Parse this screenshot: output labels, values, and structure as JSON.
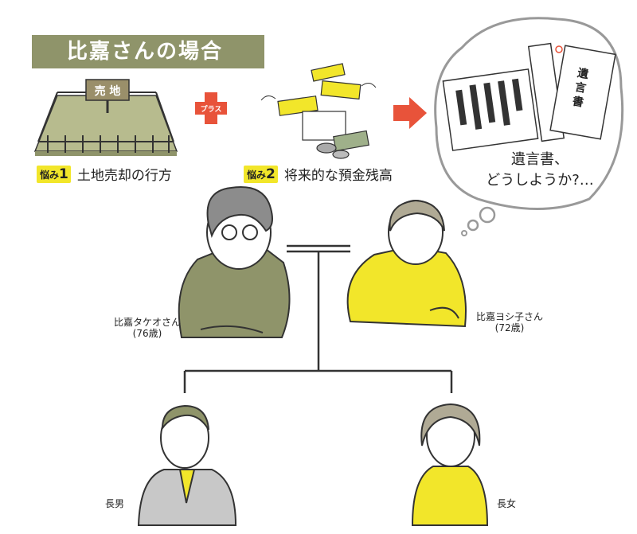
{
  "header": {
    "title": "比嘉さんの場合"
  },
  "worries": [
    {
      "tag": "悩み",
      "num": "1",
      "text": "土地売却の行方"
    },
    {
      "tag": "悩み",
      "num": "2",
      "text": "将来的な預金残高"
    }
  ],
  "plus_label": "プラス",
  "land_sign": "売 地",
  "thought": {
    "line1": "遺言書、",
    "line2": "どうしようか?…",
    "will_title": "遺言書"
  },
  "people": {
    "father": {
      "name": "比嘉タケオさん",
      "age": "(76歳)"
    },
    "mother": {
      "name": "比嘉ヨシ子さん",
      "age": "(72歳)"
    },
    "son": {
      "name": "長男"
    },
    "daughter": {
      "name": "長女"
    }
  },
  "colors": {
    "olive": "#8f946a",
    "yellow": "#f2e62a",
    "red": "#e8533a",
    "gray": "#c8c8c8"
  }
}
